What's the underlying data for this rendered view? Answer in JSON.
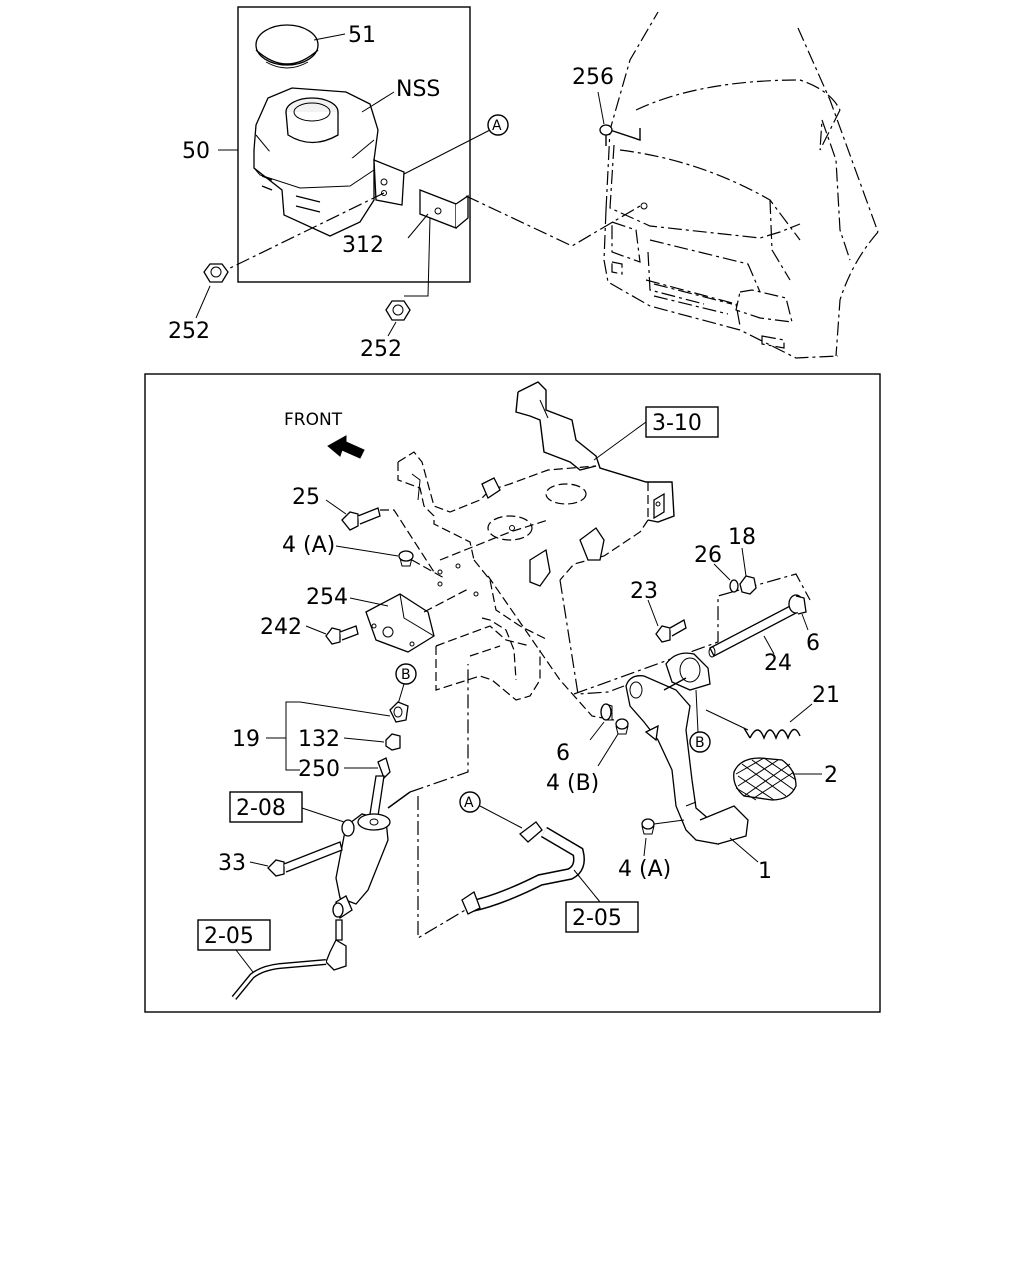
{
  "labels": {
    "l51": "51",
    "nss": "NSS",
    "l50": "50",
    "l312": "312",
    "l252a": "252",
    "l252b": "252",
    "l256": "256",
    "front": "FRONT",
    "l25": "25",
    "l4a1": "4 (A)",
    "l254": "254",
    "l242": "242",
    "l19": "19",
    "l132": "132",
    "l250": "250",
    "l33": "33",
    "l23": "23",
    "l26": "26",
    "l18": "18",
    "l6a": "6",
    "l24": "24",
    "l21": "21",
    "l6b": "6",
    "l4b": "4 (B)",
    "l2": "2",
    "l4a2": "4 (A)",
    "l1": "1"
  },
  "ref_boxes": {
    "r310": "3-10",
    "r208": "2-08",
    "r205a": "2-05",
    "r205b": "2-05"
  },
  "circle_markers": {
    "a1": "A",
    "a2": "A",
    "b1": "B",
    "b2": "B"
  }
}
